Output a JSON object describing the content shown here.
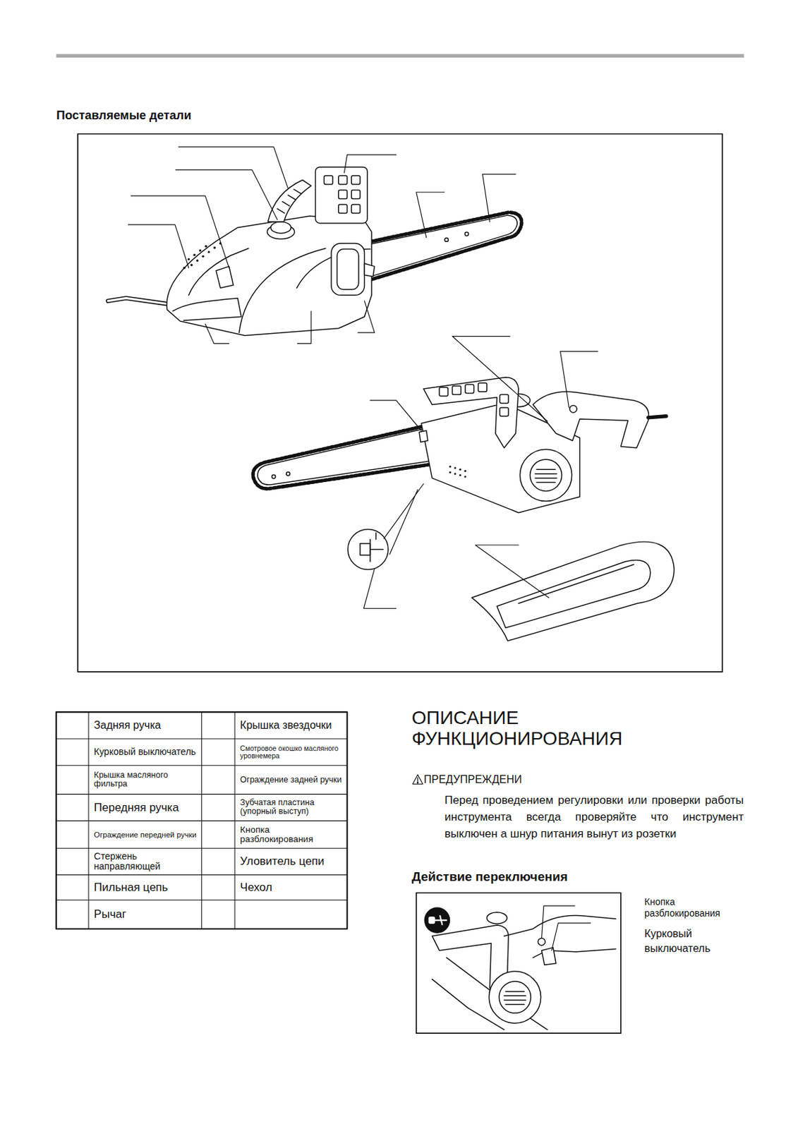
{
  "diagram": {
    "title": "Поставляемые детали",
    "labels": [
      "Задняя ручка",
      "Крышка звездочки",
      "Курковый выключатель",
      "Смотровое окошко масляного уровнемера",
      "Крышка масляного фильтра",
      "Ограждение задней ручки",
      "Передняя ручка",
      "Зубчатая пластина (упорный выступ)",
      "Ограждение передней ручки",
      "Кнопка разблокирования",
      "Стержень направляющей",
      "Уловитель цепи",
      "Пильная цепь",
      "Чехол",
      "Рычаг",
      "ОПИСАНИЕ ФУНКЦИОНИРОВАНИЯ",
      "ПРЕДУПРЕЖДЕНИ",
      "Перед проведением регулировки или проверки работы инструмента всегда проверяйте что инструмент выключен а шнур питания вынут из розетки",
      "Действие переключения",
      "Кнопка разблокирования",
      "Курковый выключатель"
    ]
  }
}
